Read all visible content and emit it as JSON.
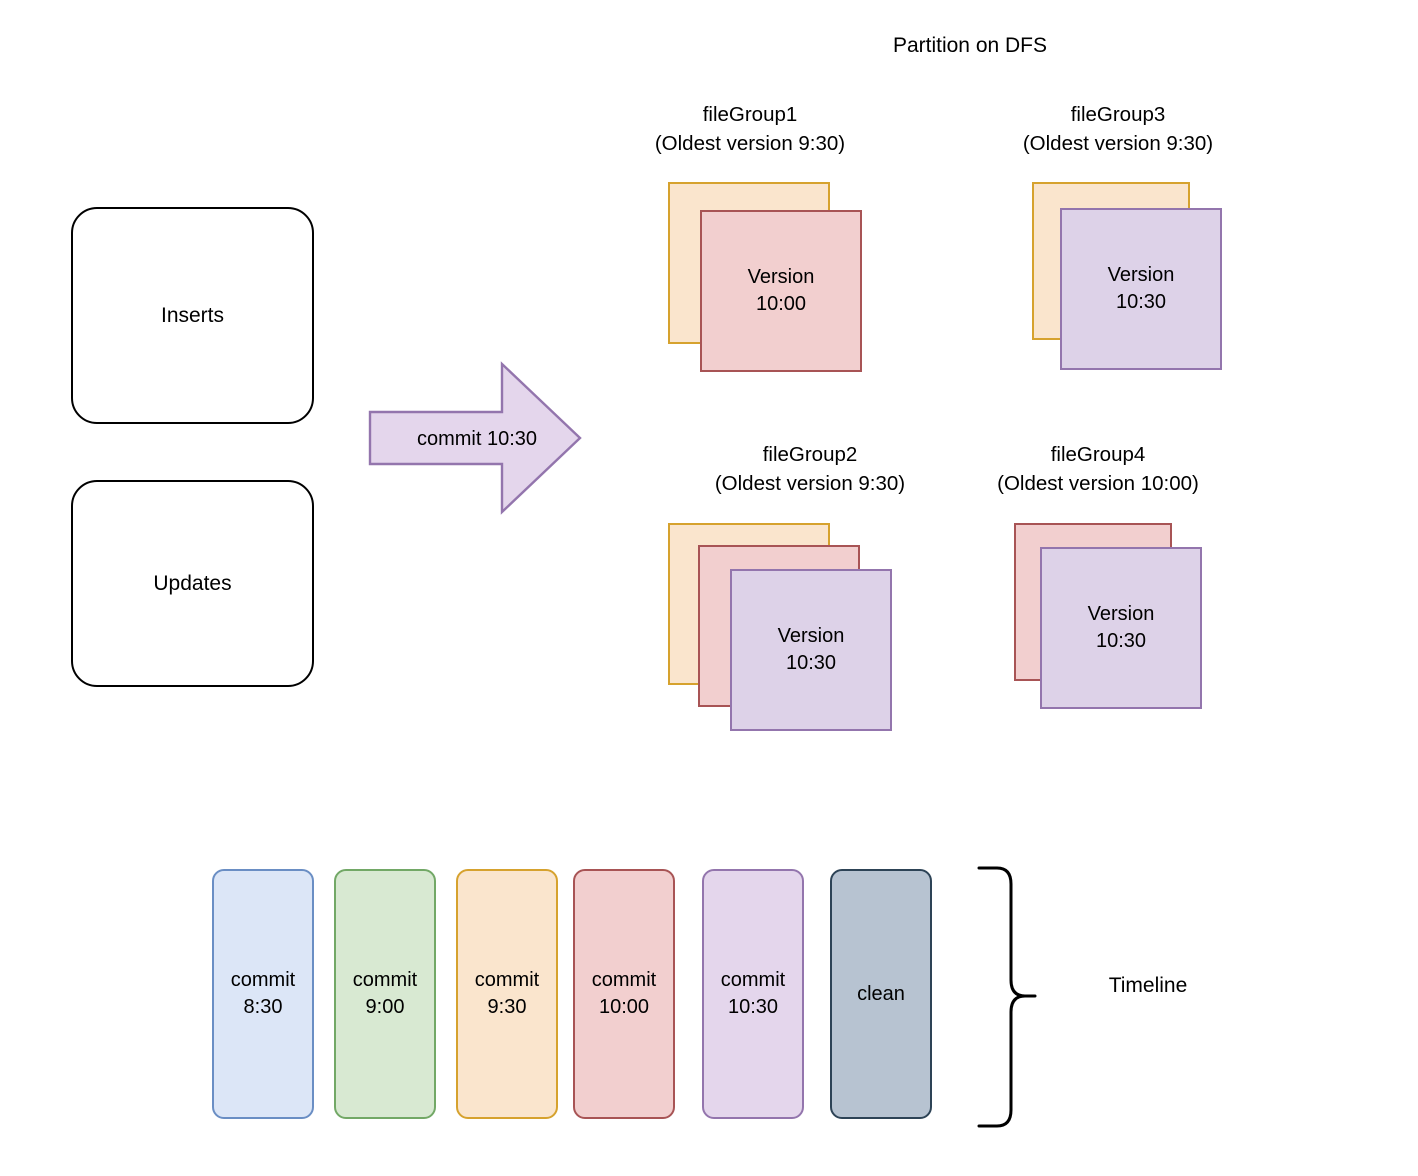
{
  "diagram": {
    "title": "Partition on DFS",
    "sources": [
      {
        "label": "Inserts"
      },
      {
        "label": "Updates"
      }
    ],
    "arrow": {
      "label": "commit 10:30"
    },
    "file_groups": [
      {
        "name": "fileGroup1",
        "subtitle": "(Oldest version 9:30)",
        "front_label": "Version\n10:00",
        "cards": [
          "orange",
          "red"
        ]
      },
      {
        "name": "fileGroup2",
        "subtitle": "(Oldest version 9:30)",
        "front_label": "Version\n10:30",
        "cards": [
          "orange",
          "red",
          "purple"
        ]
      },
      {
        "name": "fileGroup3",
        "subtitle": "(Oldest version 9:30)",
        "front_label": "Version\n10:30",
        "cards": [
          "orange",
          "purple"
        ]
      },
      {
        "name": "fileGroup4",
        "subtitle": "(Oldest version 10:00)",
        "front_label": "Version\n10:30",
        "cards": [
          "red",
          "purple"
        ]
      }
    ],
    "timeline": {
      "label": "Timeline",
      "items": [
        {
          "label": "commit\n8:30",
          "fill": "#dce6f7",
          "stroke": "#6a8ec4"
        },
        {
          "label": "commit\n9:00",
          "fill": "#d8e9d2",
          "stroke": "#72a866"
        },
        {
          "label": "commit\n9:30",
          "fill": "#fae5cd",
          "stroke": "#d6a22e"
        },
        {
          "label": "commit\n10:00",
          "fill": "#f2cfcf",
          "stroke": "#a85455"
        },
        {
          "label": "commit\n10:30",
          "fill": "#e4d6ec",
          "stroke": "#9375ad"
        },
        {
          "label": "clean",
          "fill": "#b7c3d1",
          "stroke": "#2d4356"
        }
      ]
    },
    "colors": {
      "orange_fill": "#fae5cd",
      "orange_stroke": "#d6a22e",
      "red_fill": "#f2cfcf",
      "red_stroke": "#a85455",
      "purple_fill": "#ddd2e8",
      "purple_stroke": "#9375ad",
      "arrow_fill": "#e4d6ec",
      "arrow_stroke": "#9375ad",
      "box_stroke": "#000000",
      "background": "#ffffff"
    }
  }
}
